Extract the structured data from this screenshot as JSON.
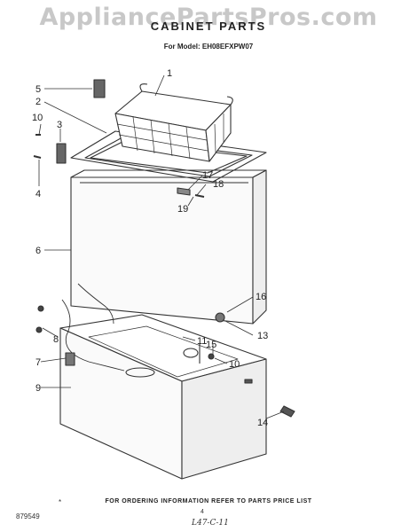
{
  "header": {
    "watermark": "AppliancePartsPros.com",
    "title": "CABINET PARTS",
    "model_line": "For Model: EH08EFXPW07"
  },
  "callouts": [
    "1",
    "2",
    "3",
    "4",
    "5",
    "6",
    "7",
    "8",
    "9",
    "10",
    "10",
    "11",
    "13",
    "14",
    "15",
    "16",
    "17",
    "18",
    "19"
  ],
  "footer": {
    "ordering_note": "FOR ORDERING INFORMATION REFER TO PARTS PRICE LIST",
    "doc_number": "879549",
    "page_number": "4",
    "handwritten": "L47-C-11",
    "mark": "*"
  }
}
